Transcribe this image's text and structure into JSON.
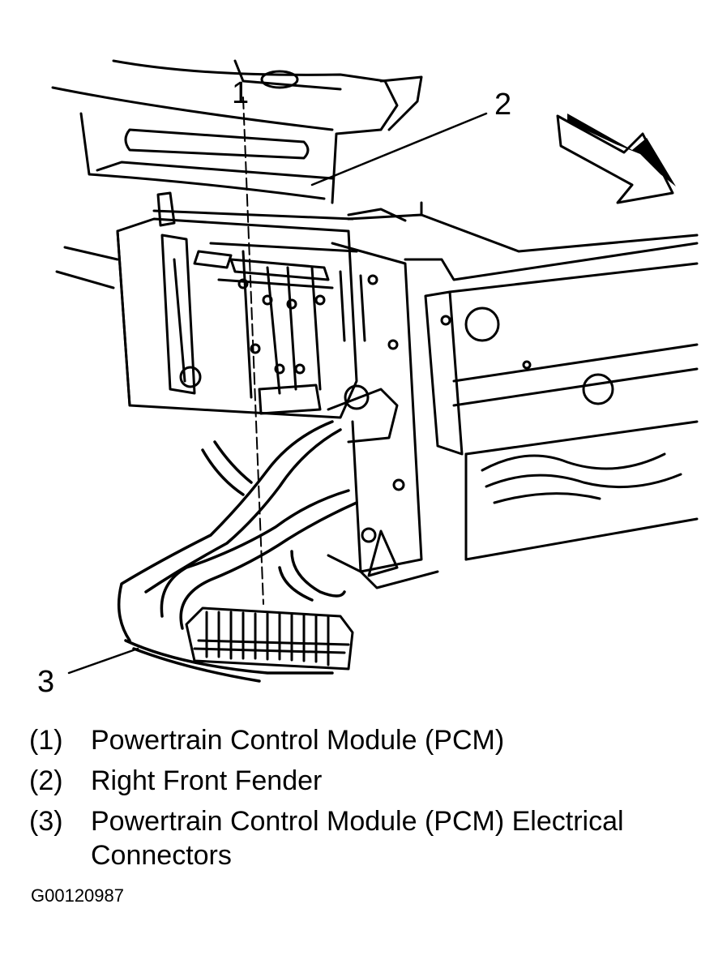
{
  "callouts": {
    "c1": "1",
    "c2": "2",
    "c3": "3"
  },
  "legend": [
    {
      "num": "(1)",
      "text": "Powertrain Control Module (PCM)"
    },
    {
      "num": "(2)",
      "text": "Right Front Fender"
    },
    {
      "num": "(3)",
      "text": "Powertrain Control Module (PCM) Electrical Connectors"
    }
  ],
  "figure_id": "G00120987",
  "colors": {
    "ink": "#000000",
    "paper": "#ffffff"
  }
}
